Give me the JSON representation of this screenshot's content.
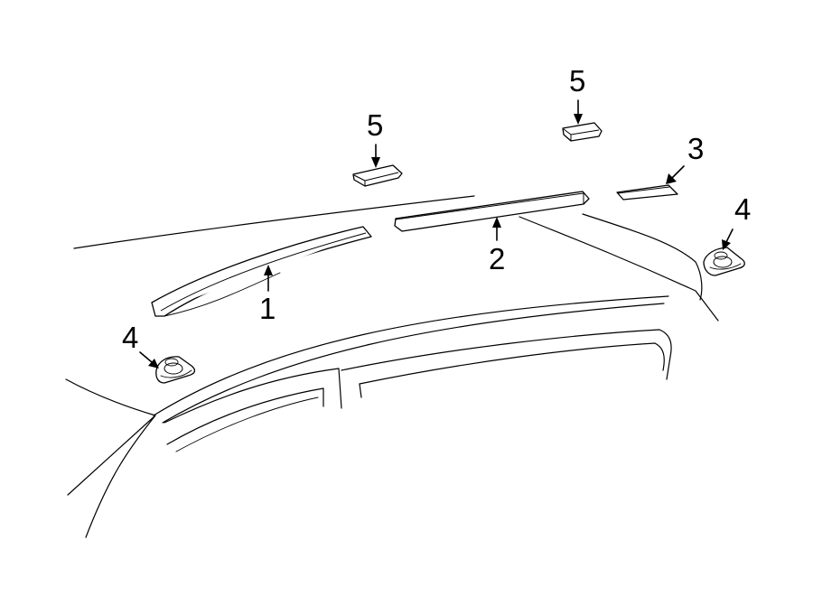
{
  "callouts": {
    "roof_rail_left": "1",
    "roof_rail_center": "2",
    "rail_cover": "3",
    "end_cap_right": "4",
    "end_cap_left": "4",
    "support_left": "5",
    "support_right": "5"
  }
}
